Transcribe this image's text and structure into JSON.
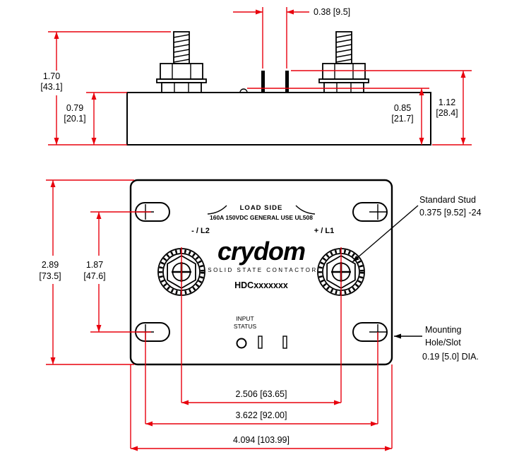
{
  "colors": {
    "dimension_lines": "#e8000d",
    "drawing_lines": "#000000",
    "background": "#ffffff"
  },
  "side_view": {
    "pin_spacing": "0.38 [9.5]",
    "overall_height_in": "1.70",
    "overall_height_mm": "[43.1]",
    "body_height_in": "0.79",
    "body_height_mm": "[20.1]",
    "ledge_height_in": "0.85",
    "ledge_height_mm": "[21.7]",
    "pin_height_in": "1.12",
    "pin_height_mm": "[28.4]"
  },
  "top_view": {
    "load_side_label": "LOAD SIDE",
    "rating_label": "160A 150VDC GENERAL USE UL508",
    "terminal_negative_label": "- / L2",
    "terminal_positive_label": "+ / L1",
    "brand": "crydom",
    "brand_tagline": "SOLID STATE CONTACTOR",
    "model": "HDCxxxxxxx",
    "input_label": "INPUT",
    "status_label": "STATUS",
    "body_height_in": "2.89",
    "body_height_mm": "[73.5]",
    "slot_spacing_vertical_in": "1.87",
    "slot_spacing_vertical_mm": "[47.6]",
    "terminal_spacing": "2.506 [63.65]",
    "slot_spacing_horizontal": "3.622 [92.00]",
    "overall_width": "4.094 [103.99]"
  },
  "callouts": {
    "standard_stud_line1": "Standard Stud",
    "standard_stud_line2": "0.375 [9.52] -24",
    "mounting_line1": "Mounting",
    "mounting_line2": "Hole/Slot",
    "mounting_line3": "0.19 [5.0] DIA."
  }
}
